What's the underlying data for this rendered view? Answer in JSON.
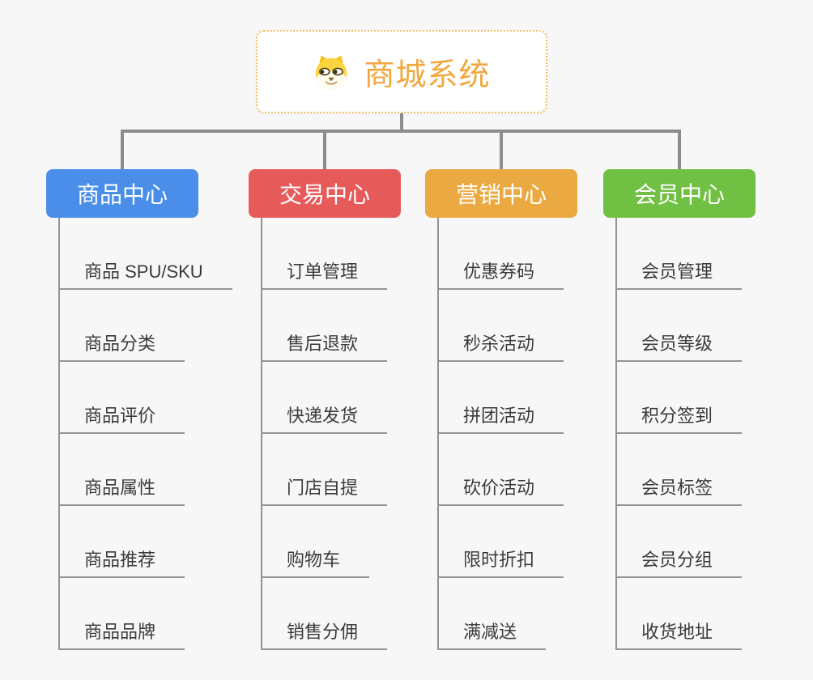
{
  "root": {
    "title": "商城系统",
    "icon": "dog-face-icon"
  },
  "branches": [
    {
      "id": "product-center",
      "label": "商品中心",
      "color": "#4a8ee9",
      "children": [
        "商品 SPU/SKU",
        "商品分类",
        "商品评价",
        "商品属性",
        "商品推荐",
        "商品品牌"
      ]
    },
    {
      "id": "trade-center",
      "label": "交易中心",
      "color": "#e65b5a",
      "children": [
        "订单管理",
        "售后退款",
        "快递发货",
        "门店自提",
        "购物车",
        "销售分佣"
      ]
    },
    {
      "id": "marketing-center",
      "label": "营销中心",
      "color": "#eba942",
      "children": [
        "优惠券码",
        "秒杀活动",
        "拼团活动",
        "砍价活动",
        "限时折扣",
        "满减送"
      ]
    },
    {
      "id": "member-center",
      "label": "会员中心",
      "color": "#70c043",
      "children": [
        "会员管理",
        "会员等级",
        "积分签到",
        "会员标签",
        "会员分组",
        "收货地址"
      ]
    }
  ],
  "theme": {
    "background_color": "#f7f7f7",
    "root_text_color": "#f2a73e",
    "root_border_color": "#f5bd62",
    "connector_color": "#8c8c8c",
    "leaf_line_color": "#949494",
    "leaf_text_color": "#3b3b3b"
  }
}
